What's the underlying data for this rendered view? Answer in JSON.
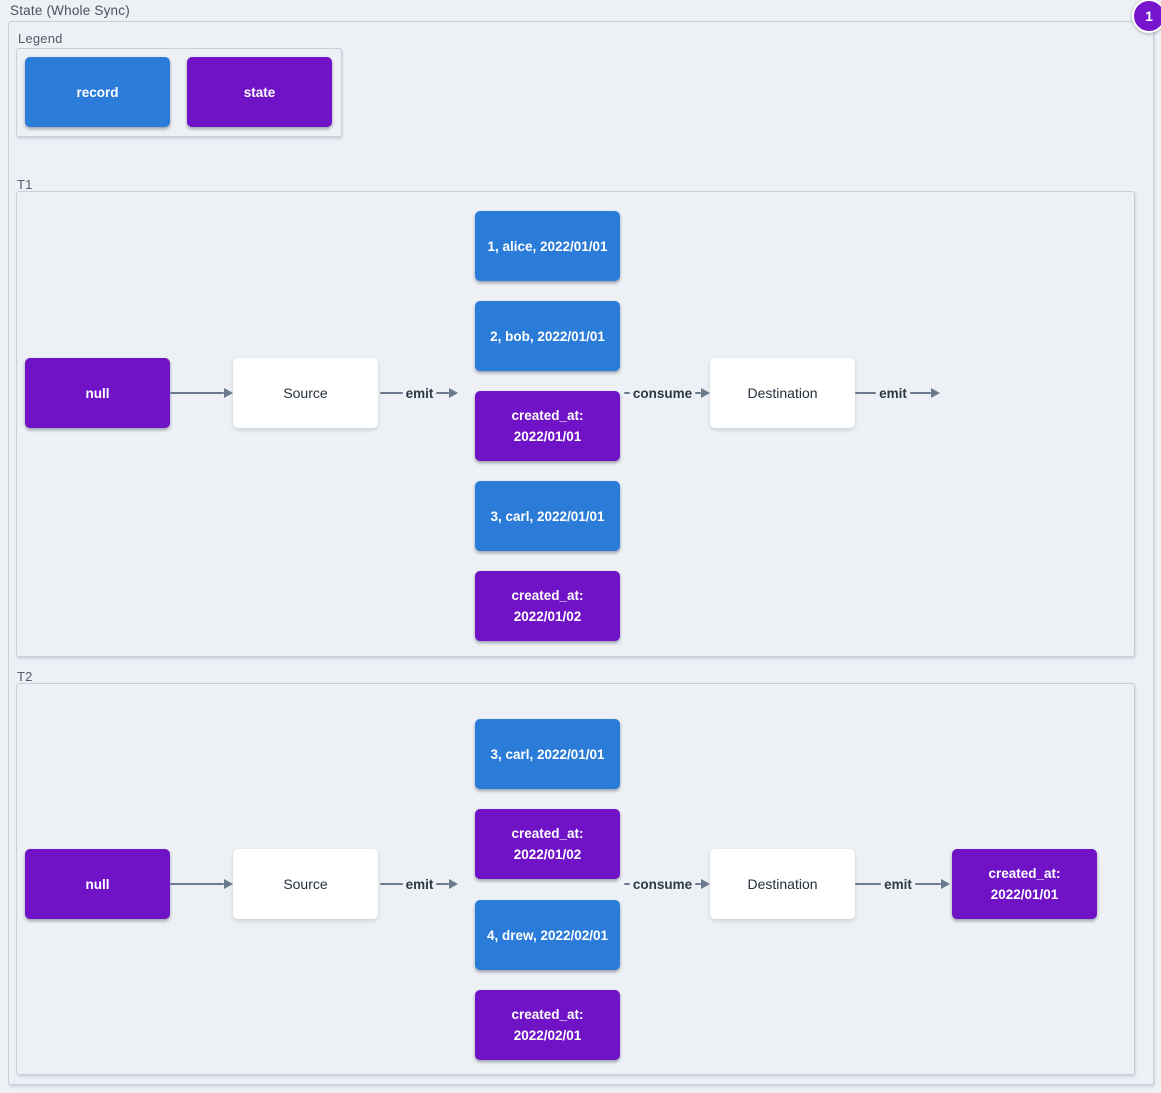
{
  "title": "State (Whole Sync)",
  "badge": {
    "count": "1"
  },
  "colors": {
    "record": "#2b7cd9",
    "state": "#7012c5",
    "badge": "#7615cd",
    "arrow": "#6b7b8d"
  },
  "legend": {
    "label": "Legend",
    "record_label": "record",
    "state_label": "state"
  },
  "sections": [
    {
      "label": "T1",
      "start": "null",
      "source": "Source",
      "destination": "Destination",
      "edges": {
        "emit1": "emit",
        "consume": "consume",
        "emit2": "emit"
      },
      "stack": [
        {
          "type": "record",
          "line1": "1, alice, 2022/01/01"
        },
        {
          "type": "record",
          "line1": "2, bob, 2022/01/01"
        },
        {
          "type": "state",
          "line1": "created_at:",
          "line2": "2022/01/01"
        },
        {
          "type": "record",
          "line1": "3, carl, 2022/01/01"
        },
        {
          "type": "state",
          "line1": "created_at:",
          "line2": "2022/01/02"
        }
      ]
    },
    {
      "label": "T2",
      "start": "null",
      "source": "Source",
      "destination": "Destination",
      "edges": {
        "emit1": "emit",
        "consume": "consume",
        "emit2": "emit"
      },
      "stack": [
        {
          "type": "record",
          "line1": "3, carl, 2022/01/01"
        },
        {
          "type": "state",
          "line1": "created_at:",
          "line2": "2022/01/02"
        },
        {
          "type": "record",
          "line1": "4, drew, 2022/02/01"
        },
        {
          "type": "state",
          "line1": "created_at:",
          "line2": "2022/02/01"
        }
      ],
      "output": {
        "type": "state",
        "line1": "created_at:",
        "line2": "2022/01/01"
      }
    }
  ]
}
